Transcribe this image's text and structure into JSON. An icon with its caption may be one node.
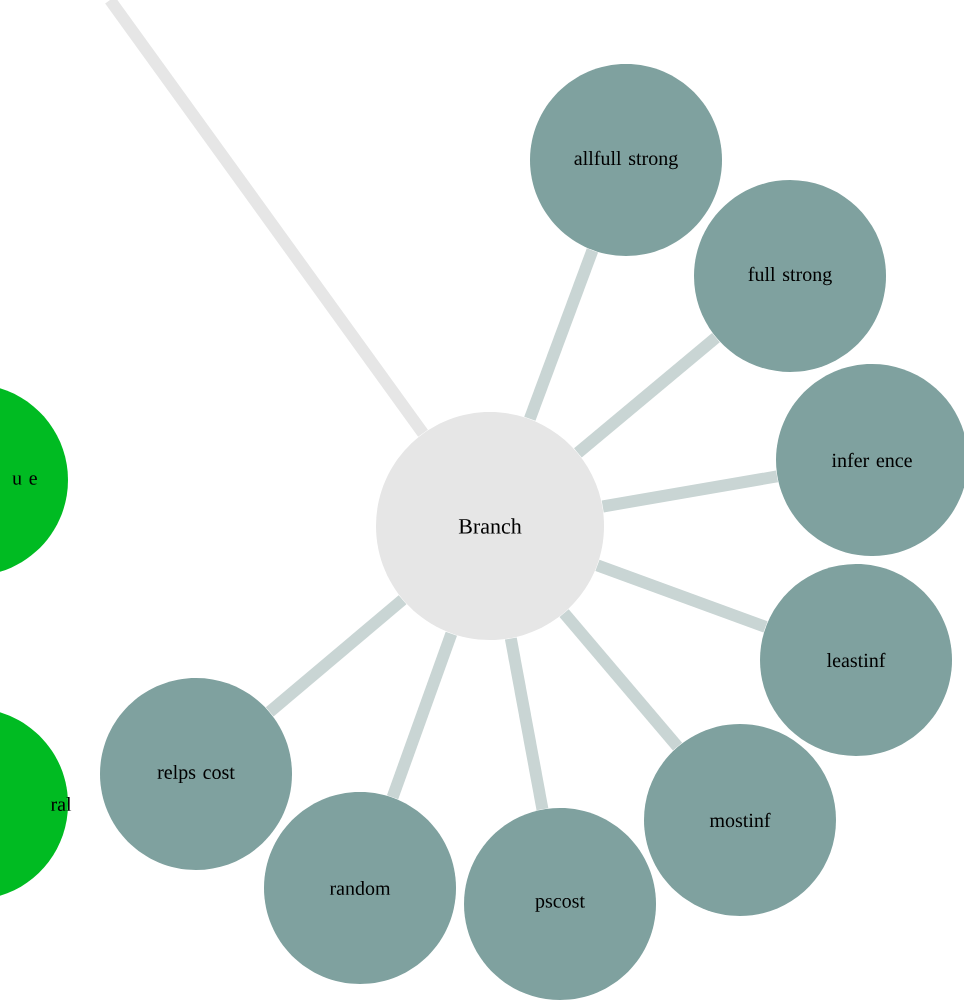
{
  "diagram": {
    "nodes": [
      {
        "text": [
          "Branch"
        ]
      },
      {
        "text": [
          "allfull strong"
        ]
      },
      {
        "text": [
          "full strong"
        ]
      },
      {
        "text": [
          "infer ence"
        ]
      },
      {
        "text": [
          "leastinf"
        ]
      },
      {
        "text": [
          "mostinf"
        ]
      },
      {
        "text": [
          "pscost"
        ]
      },
      {
        "text": [
          "random"
        ]
      },
      {
        "text": [
          "relps cost"
        ]
      },
      {
        "text": [
          "u e"
        ]
      },
      {
        "text": [
          "ral"
        ]
      }
    ],
    "edges": [
      {
        "from": null,
        "to": 0,
        "arrow": "none"
      },
      {
        "from": 0,
        "to": 1,
        "arrow": "none"
      },
      {
        "from": 0,
        "to": 2,
        "arrow": "none"
      },
      {
        "from": 0,
        "to": 3,
        "arrow": "none"
      },
      {
        "from": 0,
        "to": 4,
        "arrow": "none"
      },
      {
        "from": 0,
        "to": 5,
        "arrow": "none"
      },
      {
        "from": 0,
        "to": 6,
        "arrow": "none"
      },
      {
        "from": 0,
        "to": 7,
        "arrow": "none"
      },
      {
        "from": 0,
        "to": 8,
        "arrow": "none"
      }
    ]
  }
}
